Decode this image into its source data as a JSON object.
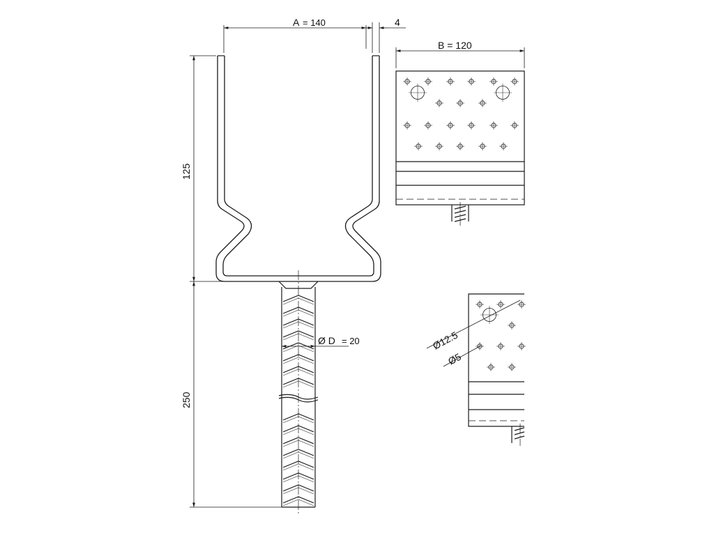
{
  "dimensions": {
    "a": {
      "label": "A",
      "suffix": "= 140"
    },
    "thickness": {
      "value": "4"
    },
    "b": {
      "label": "B = 120"
    },
    "height_top": {
      "value": "125"
    },
    "height_bottom": {
      "value": "250"
    },
    "d": {
      "label": "Ø D",
      "suffix": "= 20"
    },
    "large_hole": {
      "label": "Ø12.5"
    },
    "small_hole": {
      "label": "Ø5"
    }
  },
  "colors": {
    "line": "#1a1a1a",
    "background": "#ffffff"
  }
}
